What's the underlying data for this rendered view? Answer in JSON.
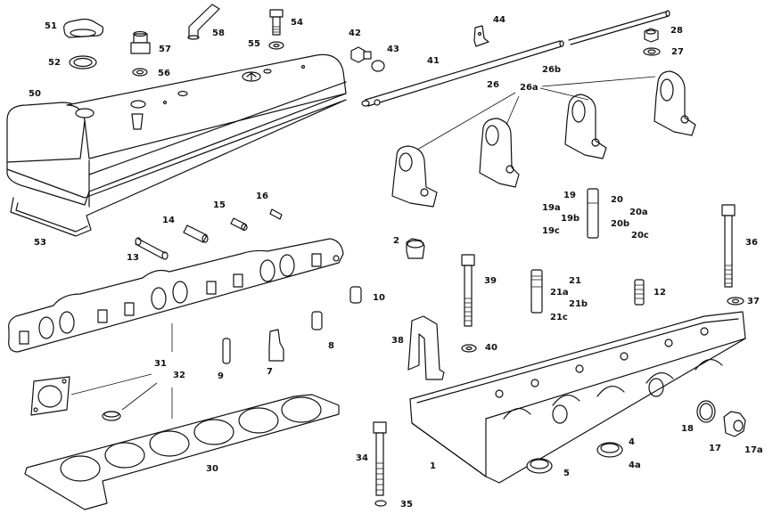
{
  "diagram": {
    "type": "exploded parts diagram",
    "ink_color": "#111111",
    "background": "#ffffff",
    "callouts": {
      "c1": "1",
      "c2": "2",
      "c4": "4",
      "c4a": "4a",
      "c5": "5",
      "c7": "7",
      "c8": "8",
      "c9": "9",
      "c10": "10",
      "c12": "12",
      "c13": "13",
      "c14": "14",
      "c15": "15",
      "c16": "16",
      "c17": "17",
      "c17a": "17a",
      "c18": "18",
      "c19": "19",
      "c19a": "19a",
      "c19b": "19b",
      "c19c": "19c",
      "c20": "20",
      "c20a": "20a",
      "c20b": "20b",
      "c20c": "20c",
      "c21": "21",
      "c21a": "21a",
      "c21b": "21b",
      "c21c": "21c",
      "c26": "26",
      "c26a": "26a",
      "c26b": "26b",
      "c27": "27",
      "c28": "28",
      "c30": "30",
      "c31": "31",
      "c32": "32",
      "c34": "34",
      "c35": "35",
      "c36": "36",
      "c37": "37",
      "c38": "38",
      "c39": "39",
      "c40": "40",
      "c41": "41",
      "c42": "42",
      "c43": "43",
      "c44": "44",
      "c50": "50",
      "c51": "51",
      "c52": "52",
      "c53": "53",
      "c54": "54",
      "c55": "55",
      "c56": "56",
      "c57": "57",
      "c58": "58"
    }
  }
}
